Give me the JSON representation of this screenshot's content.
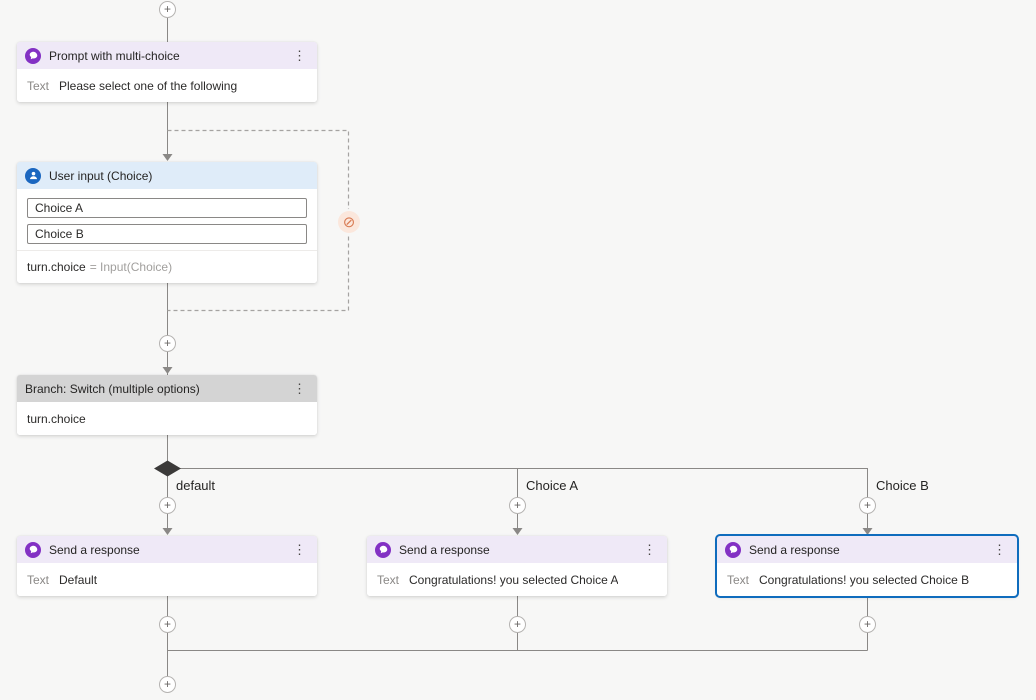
{
  "icons": {
    "plus": "+",
    "kebab": "⋮",
    "blocked": "⊘"
  },
  "colors": {
    "canvas_bg": "#f7f7f6",
    "node_header_purple": "#efe9f7",
    "node_header_blue": "#dfecf9",
    "node_header_gray": "#d4d4d4",
    "icon_purple": "#8331c4",
    "icon_blue": "#1b67c0",
    "connector_gray": "#8a8886",
    "selected_outline_blue": "#0f6cbd",
    "retry_badge_bg": "#fbe7dc",
    "retry_badge_icon": "#d87a52"
  },
  "nodes": {
    "prompt": {
      "title": "Prompt with multi-choice",
      "text_label": "Text",
      "text_value": "Please select one of the following"
    },
    "user_input": {
      "title": "User input (Choice)",
      "options": [
        "Choice A",
        "Choice B"
      ],
      "assignment_lhs": "turn.choice",
      "assignment_rhs": "= Input(Choice)"
    },
    "branch": {
      "title": "Branch: Switch (multiple options)",
      "condition": "turn.choice"
    },
    "responses": [
      {
        "title": "Send a response",
        "text_label": "Text",
        "text_value": "Default"
      },
      {
        "title": "Send a response",
        "text_label": "Text",
        "text_value": "Congratulations! you selected Choice A"
      },
      {
        "title": "Send a response",
        "text_label": "Text",
        "text_value": "Congratulations! you selected Choice B"
      }
    ]
  },
  "connectors": {
    "branch_labels": [
      "default",
      "Choice A",
      "Choice B"
    ]
  }
}
